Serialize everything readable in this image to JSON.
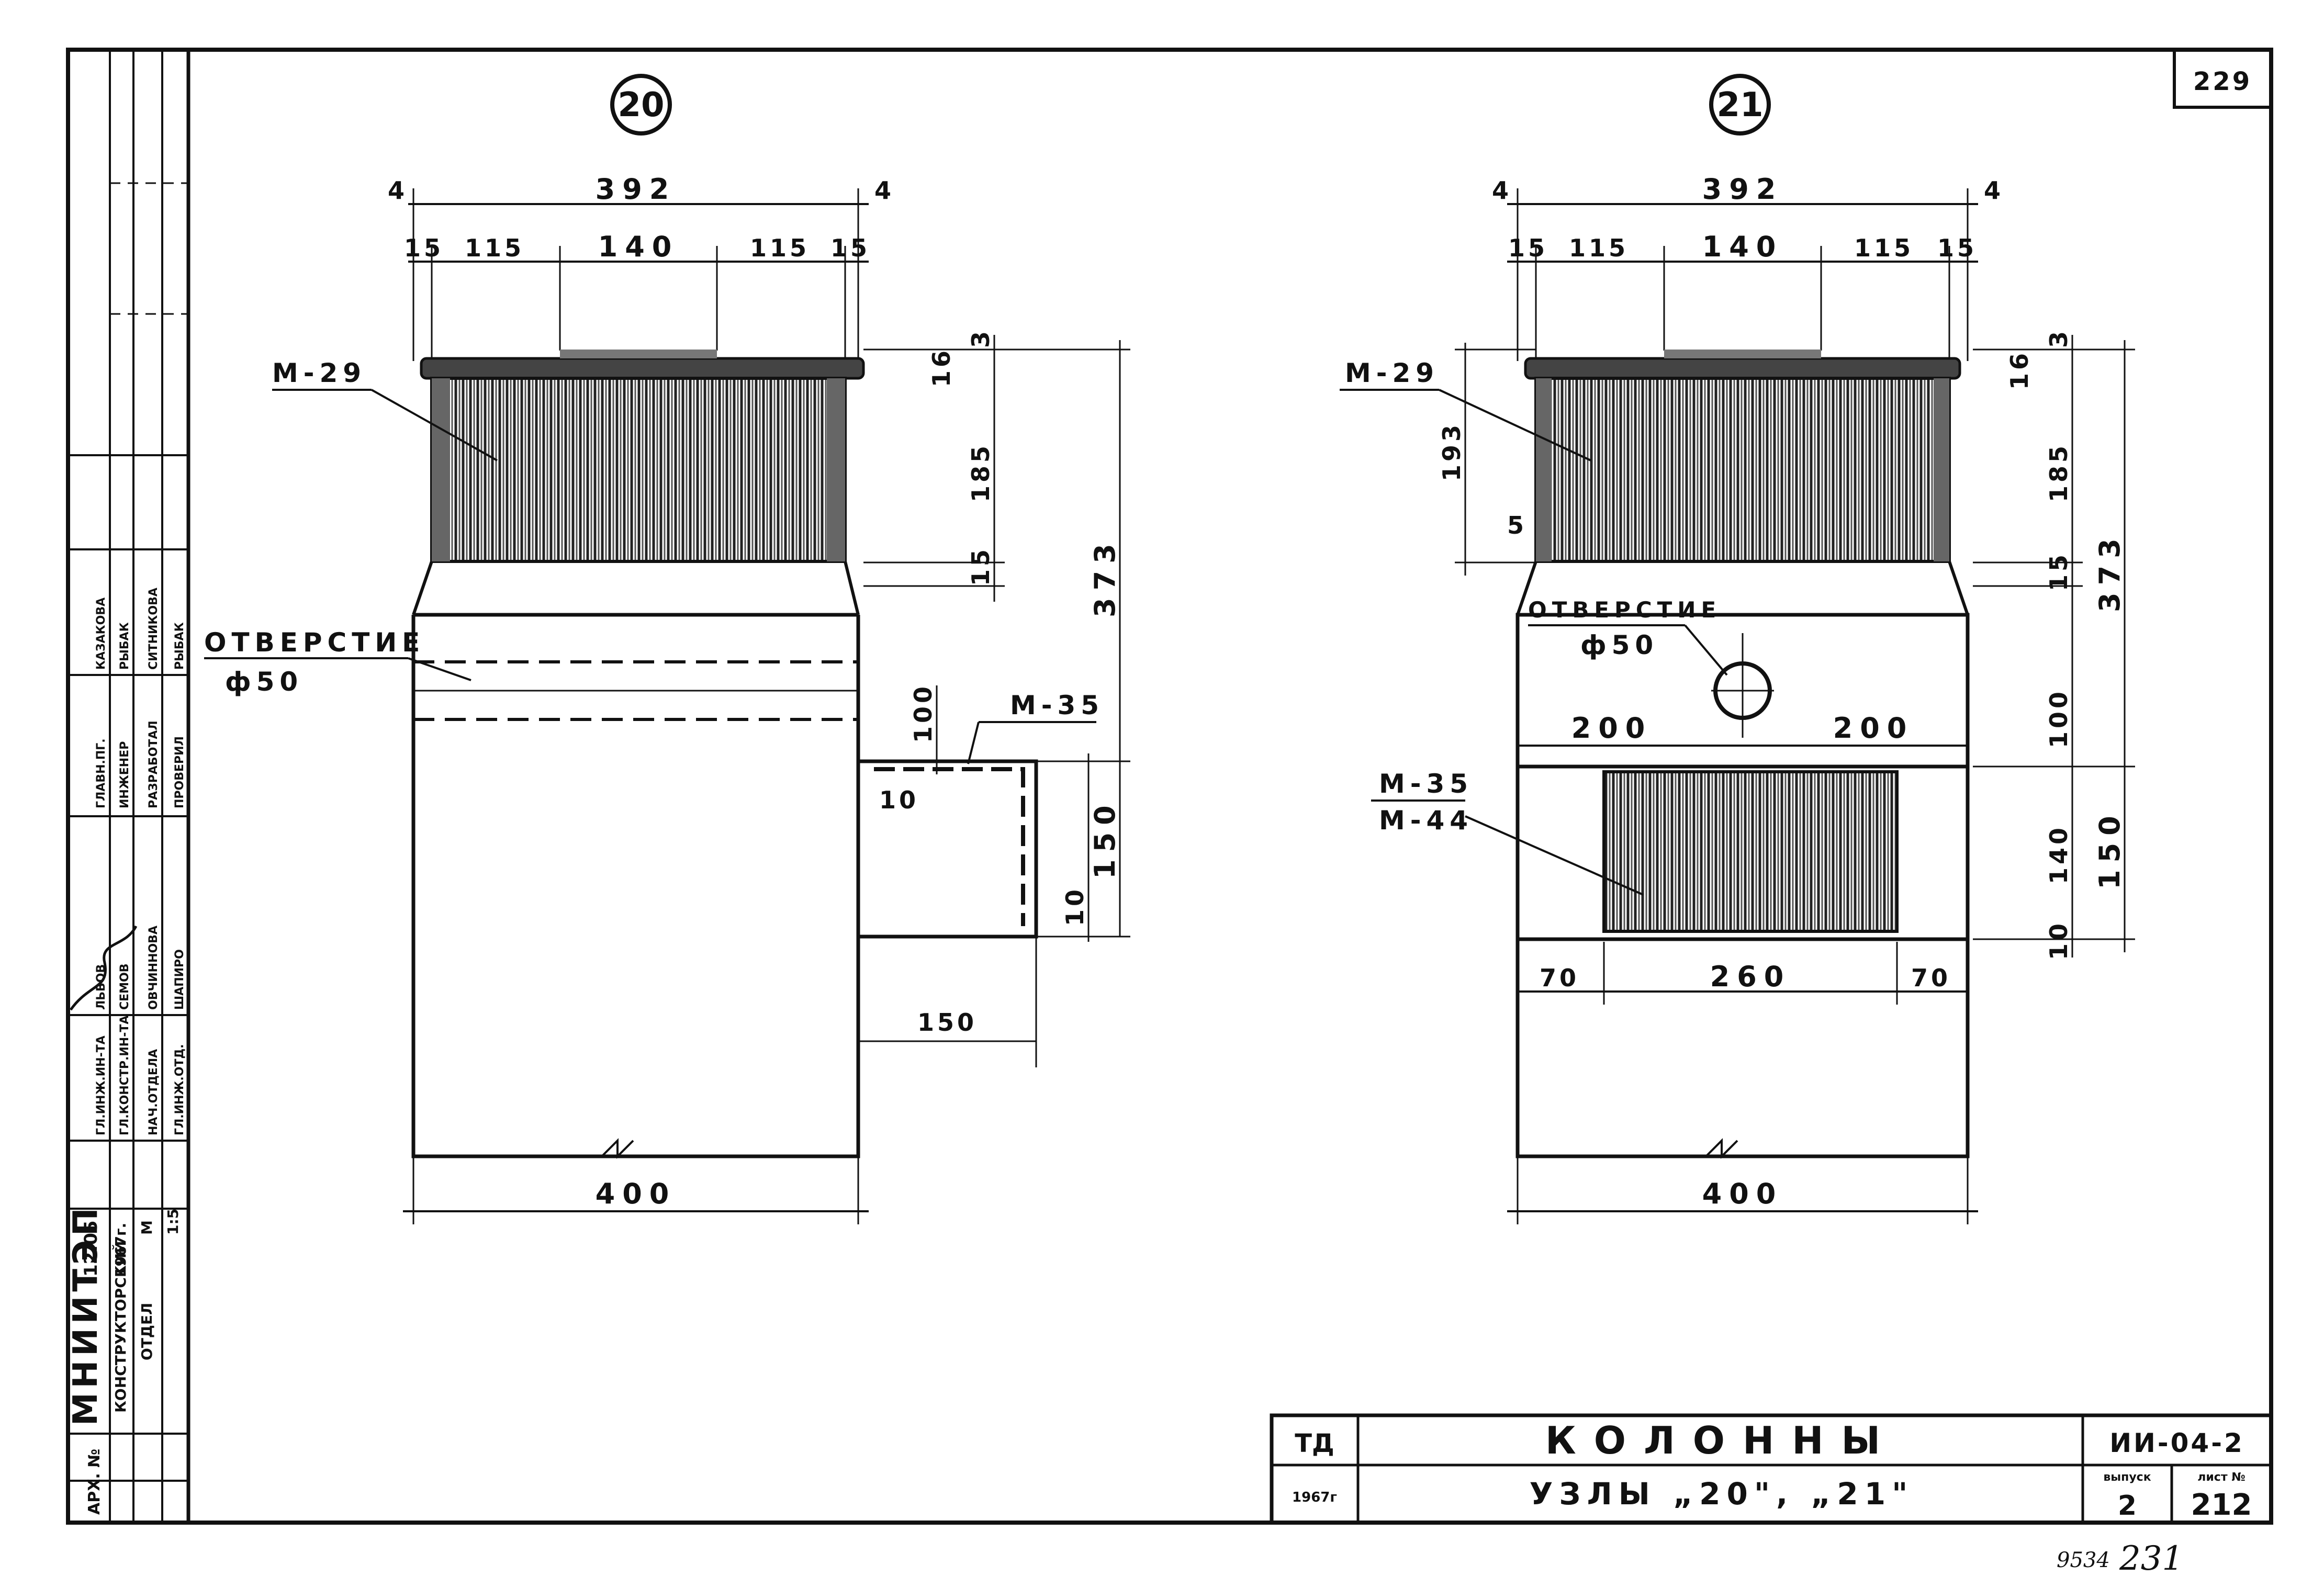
{
  "sheet_number": "229",
  "nodes": [
    {
      "id": "20",
      "dims_top": {
        "overall": "392",
        "edge_left": "4",
        "edge_right": "4",
        "seg1": "15",
        "seg2": "115",
        "seg3": "140",
        "seg4": "115",
        "seg5": "15"
      },
      "dims_right": {
        "top_gap": "3",
        "d16": "16",
        "d185": "185",
        "d15": "15",
        "d373": "373",
        "d100": "100",
        "d150": "150",
        "d10": "10",
        "d10b": "10"
      },
      "dims_bottom": {
        "width": "400",
        "step": "150"
      },
      "labels": {
        "plate_top": "М-29",
        "hole_title": "ОТВЕРСТИЕ",
        "hole_dia": "ф50",
        "plate_side": "М-35"
      }
    },
    {
      "id": "21",
      "dims_top": {
        "overall": "392",
        "edge_left": "4",
        "edge_right": "4",
        "seg1": "15",
        "seg2": "115",
        "seg3": "140",
        "seg4": "115",
        "seg5": "15"
      },
      "dims_right": {
        "top_gap": "3",
        "d16": "16",
        "d185": "185",
        "d15": "15",
        "d373": "373",
        "d100": "100",
        "d150": "150",
        "d140": "140",
        "d10": "10"
      },
      "dims_left": {
        "d193": "193",
        "d5": "5"
      },
      "dims_mid": {
        "left": "200",
        "right": "200"
      },
      "dims_low": {
        "left": "70",
        "mid": "260",
        "right": "70"
      },
      "dims_bottom": {
        "width": "400"
      },
      "labels": {
        "plate_top": "М-29",
        "hole_title": "ОТВЕРСТИЕ",
        "hole_dia": "ф50",
        "plate_face_1": "М-35",
        "plate_face_2": "М-44"
      }
    }
  ],
  "title_block": {
    "org": "ТД",
    "year": "1967г",
    "title": "КОЛОННЫ",
    "subtitle": "УЗЛЫ „20\", „21\"",
    "code": "ИИ-04-2",
    "issue_label": "выпуск",
    "issue": "2",
    "sheet_label": "лист №",
    "sheet": "212"
  },
  "left_stamp": {
    "institute": "МНИИТЭП",
    "department_1": "КОНСТРУКТОРСКИЙ",
    "department_2": "ОТДЕЛ",
    "date": "12.05",
    "year": "1967г.",
    "scale_a": "М",
    "scale": "1:5",
    "archive": "АРХ. №",
    "roles": [
      "ГЛ.ИНЖ.ИН-ТА",
      "ГЛ.КОНСТР.ИН-ТА",
      "НАЧ.ОТДЕЛА",
      "ГЛ.ИНЖ.ОТД.",
      "ГЛАВН.ПГ.",
      "ИНЖЕНЕР",
      "РАЗРАБОТАЛ",
      "ПРОВЕРИЛ"
    ],
    "names": [
      "ЛЬВОВ",
      "СЕМОВ",
      "ОВЧИННОВА",
      "ШАПИРО",
      "КАЗАКОВА",
      "РЫБАК",
      "СИТНИКОВА",
      "РЫБАК"
    ]
  },
  "footer_numbers": {
    "left": "9534",
    "right": "231"
  }
}
